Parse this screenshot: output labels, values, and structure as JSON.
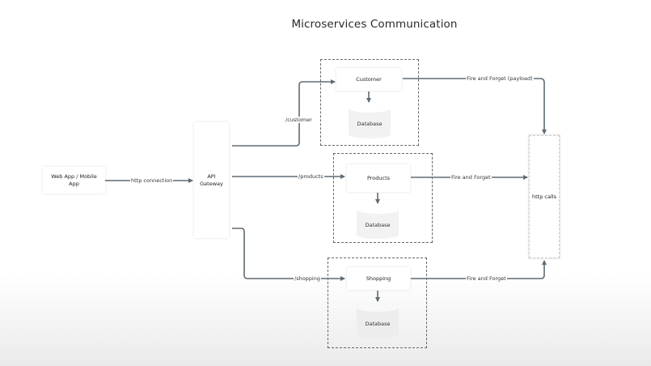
{
  "title": "Microservices Communication",
  "nodes": {
    "client": "Web App / Mobile App",
    "gateway": "API Gateway",
    "customer": "Customer",
    "products": "Products",
    "shopping": "Shopping",
    "http_calls": "http calls"
  },
  "databases": {
    "customer": "Database",
    "products": "Database",
    "shopping": "Database"
  },
  "edges": {
    "client_to_gateway": "http connection",
    "to_customer": "/customer",
    "to_products": "/products",
    "to_shopping": "/shopping",
    "customer_event": "Fire and Forget  (payload)",
    "products_event": "Fire and Forget",
    "shopping_event": "Fire and Forget"
  },
  "colors": {
    "line": "#5f6b73",
    "box": "#ffffff",
    "dashed": "#666666"
  }
}
